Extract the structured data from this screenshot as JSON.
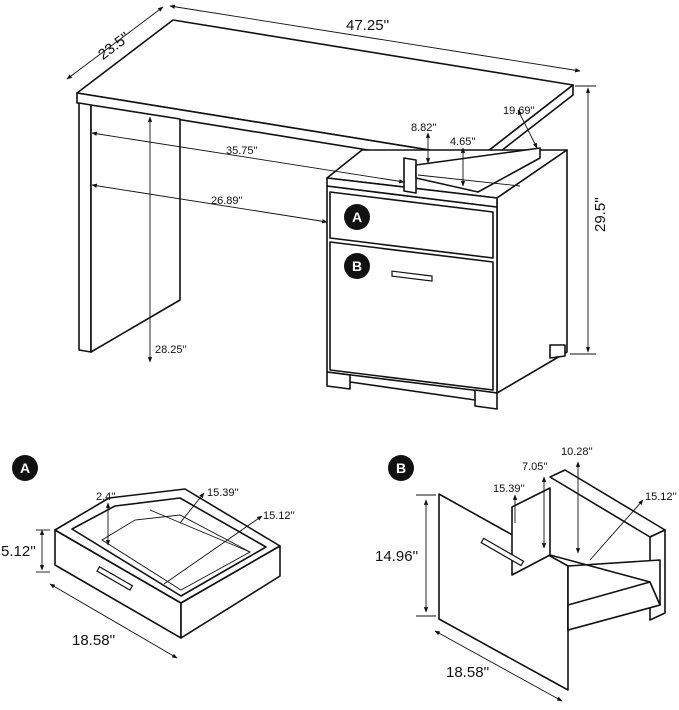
{
  "dimensions": {
    "depth": "23.5''",
    "width": "47.25''",
    "height": "29.5''",
    "shelf_depth": "19.69''",
    "shelf_height": "8.82''",
    "shelf_gap": "4.65''",
    "desk_span": "35.75''",
    "knee_width": "26.89''",
    "knee_height": "28.25''",
    "drawer_a_depth": "2.4''",
    "drawer_a_width": "15.39''",
    "drawer_a_length": "15.12''",
    "drawer_a_height": "5.12''",
    "drawer_a_front": "18.58''",
    "drawer_b_depth": "7.05''",
    "drawer_b_top": "10.28''",
    "drawer_b_width": "15.39''",
    "drawer_b_length": "15.12''",
    "drawer_b_height": "14.96''",
    "drawer_b_front": "18.58''"
  },
  "badges": {
    "a": "A",
    "b": "B"
  }
}
